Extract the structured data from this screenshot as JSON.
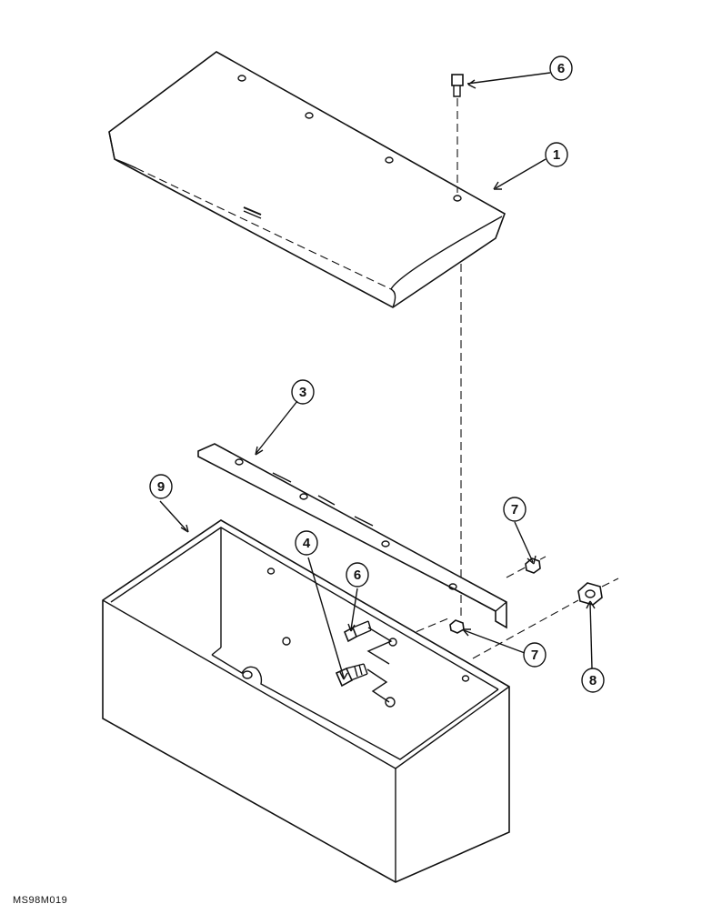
{
  "diagram": {
    "drawing_id": "MS98M019",
    "callouts": [
      {
        "id": "callout-6-top",
        "label": "6"
      },
      {
        "id": "callout-1",
        "label": "1"
      },
      {
        "id": "callout-3",
        "label": "3"
      },
      {
        "id": "callout-9",
        "label": "9"
      },
      {
        "id": "callout-7-top",
        "label": "7"
      },
      {
        "id": "callout-4",
        "label": "4"
      },
      {
        "id": "callout-6-mid",
        "label": "6"
      },
      {
        "id": "callout-7-bottom",
        "label": "7"
      },
      {
        "id": "callout-8",
        "label": "8"
      }
    ]
  }
}
